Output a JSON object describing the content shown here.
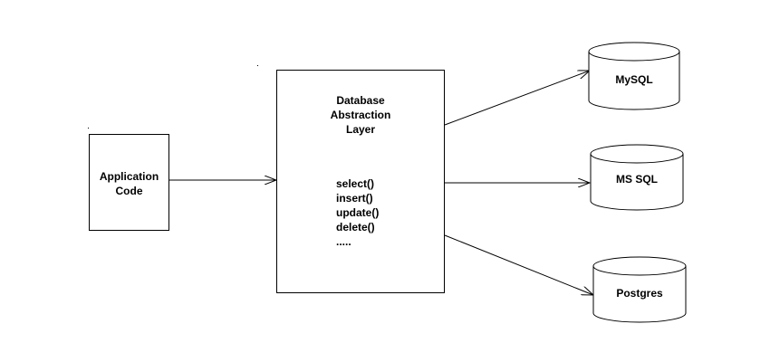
{
  "application": {
    "label_line1": "Application",
    "label_line2": "Code"
  },
  "abstraction_layer": {
    "title_line1": "Database",
    "title_line2": "Abstraction",
    "title_line3": "Layer",
    "functions": [
      "select()",
      "insert()",
      "update()",
      "delete()",
      "....."
    ]
  },
  "databases": [
    {
      "name": "MySQL"
    },
    {
      "name": "MS SQL"
    },
    {
      "name": "Postgres"
    }
  ],
  "colors": {
    "stroke": "#000000",
    "background": "#ffffff"
  }
}
